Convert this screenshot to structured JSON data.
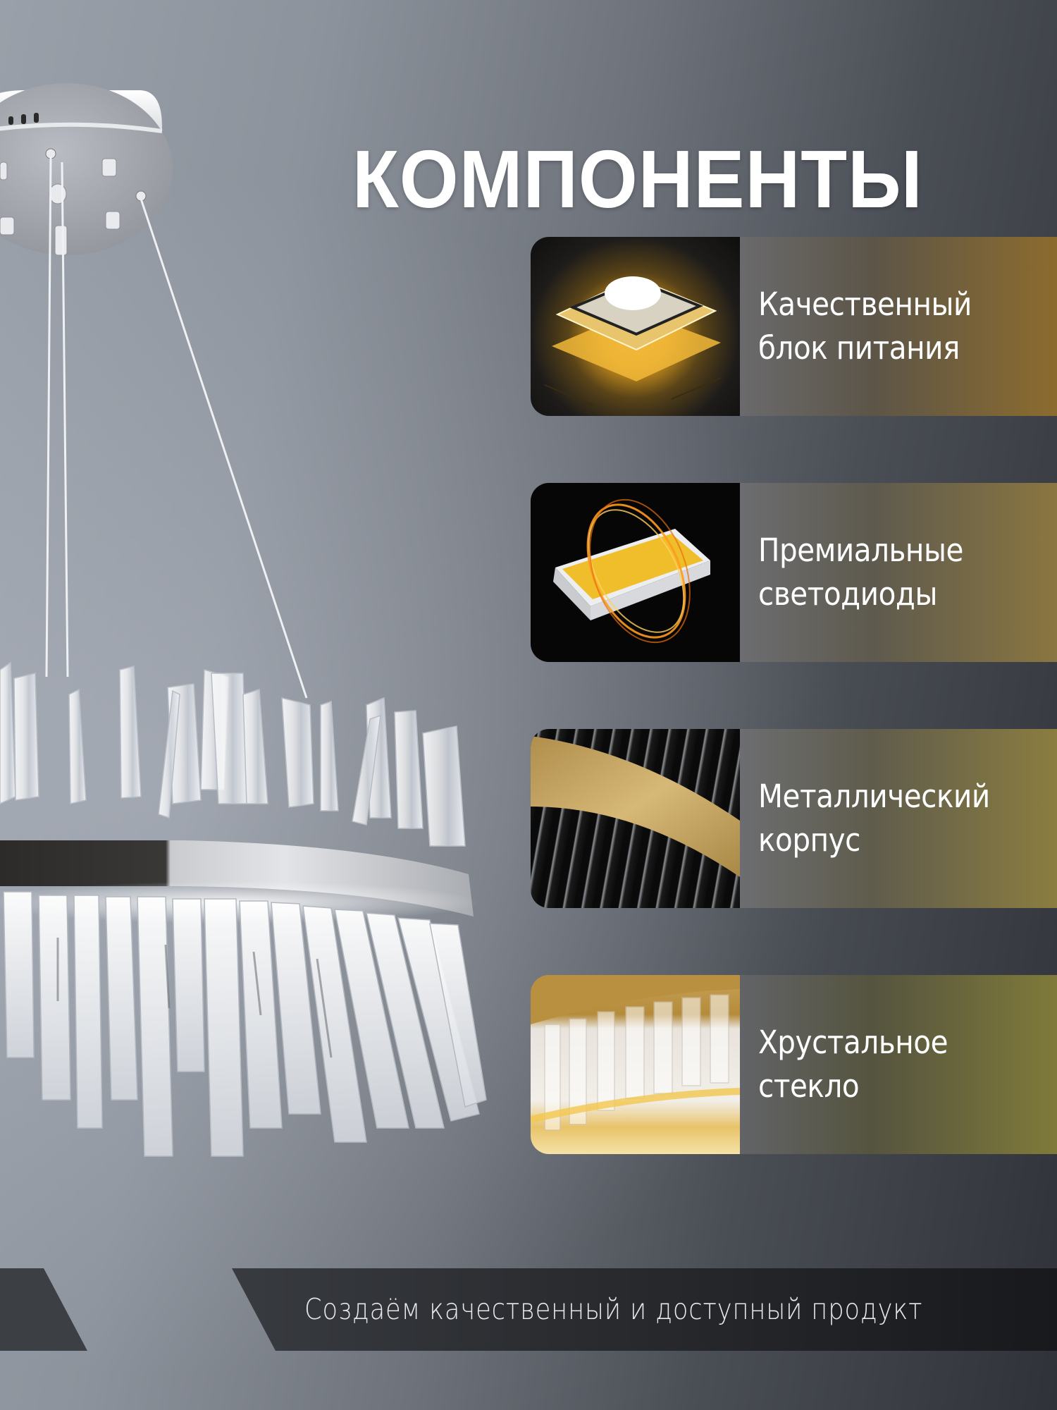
{
  "title": "КОМПОНЕНТЫ",
  "features": [
    {
      "line1": "Качественный",
      "line2": "блок питания",
      "image": "power-supply-chip-image",
      "accent": "#8c6c2e"
    },
    {
      "line1": "Премиальные",
      "line2": "светодиоды",
      "image": "led-chip-image",
      "accent": "#8a7640"
    },
    {
      "line1": "Металлический",
      "line2": "корпус",
      "image": "brushed-gold-band-image",
      "accent": "#8b7d40"
    },
    {
      "line1": "Хрустальное",
      "line2": "стекло",
      "image": "crystal-glass-ring-image",
      "accent": "#7f7a3a"
    }
  ],
  "banner": {
    "text": "Создаём качественный и доступный продукт"
  },
  "product": {
    "image": "crystal-chandelier-photo"
  },
  "colors": {
    "background_light": "#9aa0a9",
    "background_dark": "#2f3238",
    "banner": "#1c1d20",
    "text": "#ffffff"
  }
}
